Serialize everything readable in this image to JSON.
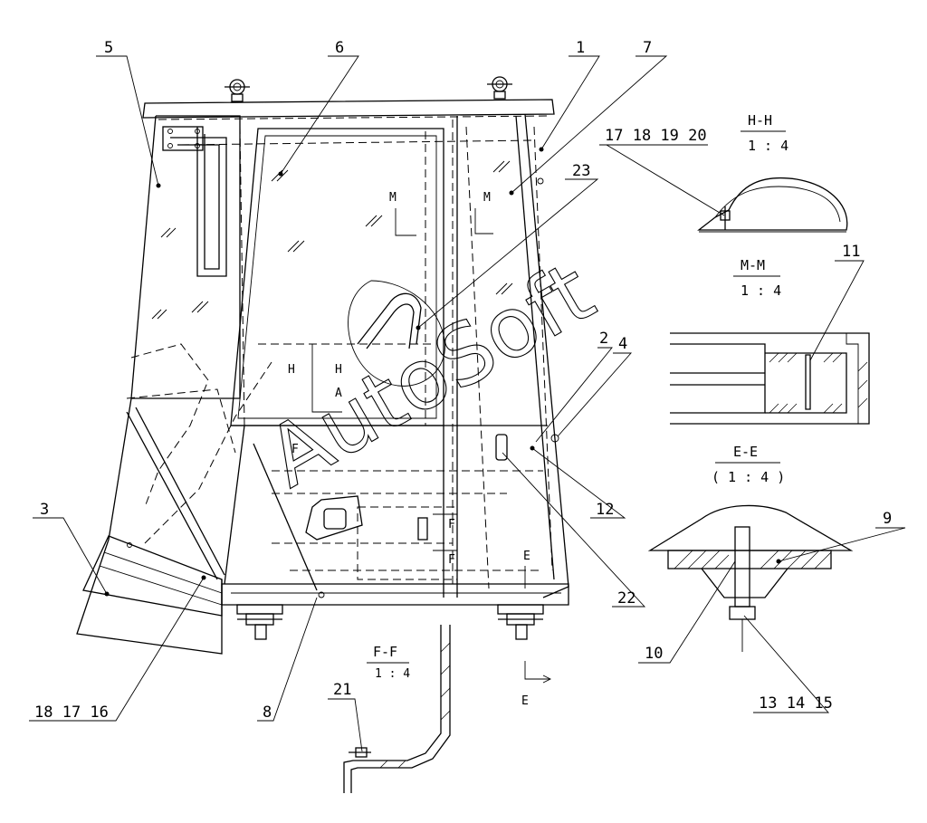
{
  "drawing": {
    "title": "Cab assembly",
    "watermark": "AutoSoft",
    "callouts": [
      "5",
      "6",
      "1",
      "7",
      "23",
      "3",
      "16",
      "17",
      "18",
      "8",
      "12",
      "22",
      "4",
      "2",
      "21",
      "9",
      "10",
      "11",
      "13",
      "14",
      "15",
      "19",
      "20"
    ],
    "section_marks": {
      "m_left": "M",
      "m_right": "M",
      "h_left": "H",
      "h_right": "H",
      "a": "A",
      "f_top": "F",
      "f_mid": "F",
      "f_bot": "F",
      "e_top": "E",
      "e_bot": "E"
    }
  },
  "sections": {
    "hh": {
      "title": "H-H",
      "scale": "1 : 4",
      "callouts": "17 18 19 20"
    },
    "mm": {
      "title": "M-M",
      "scale": "1 : 4",
      "callout": "11"
    },
    "ee": {
      "title": "E-E",
      "scale": "( 1 : 4 )",
      "callout_9": "9",
      "callout_10": "10",
      "callout_bottom": "13 14 15"
    },
    "ff": {
      "title": "F-F",
      "scale": "1 : 4",
      "callout": "21"
    }
  },
  "labels": {
    "c5": "5",
    "c6": "6",
    "c1": "1",
    "c7": "7",
    "c23": "23",
    "c3": "3",
    "c18_17_16": "18 17 16",
    "c8": "8",
    "c12": "12",
    "c22": "22",
    "c4": "4",
    "c2": "2"
  }
}
